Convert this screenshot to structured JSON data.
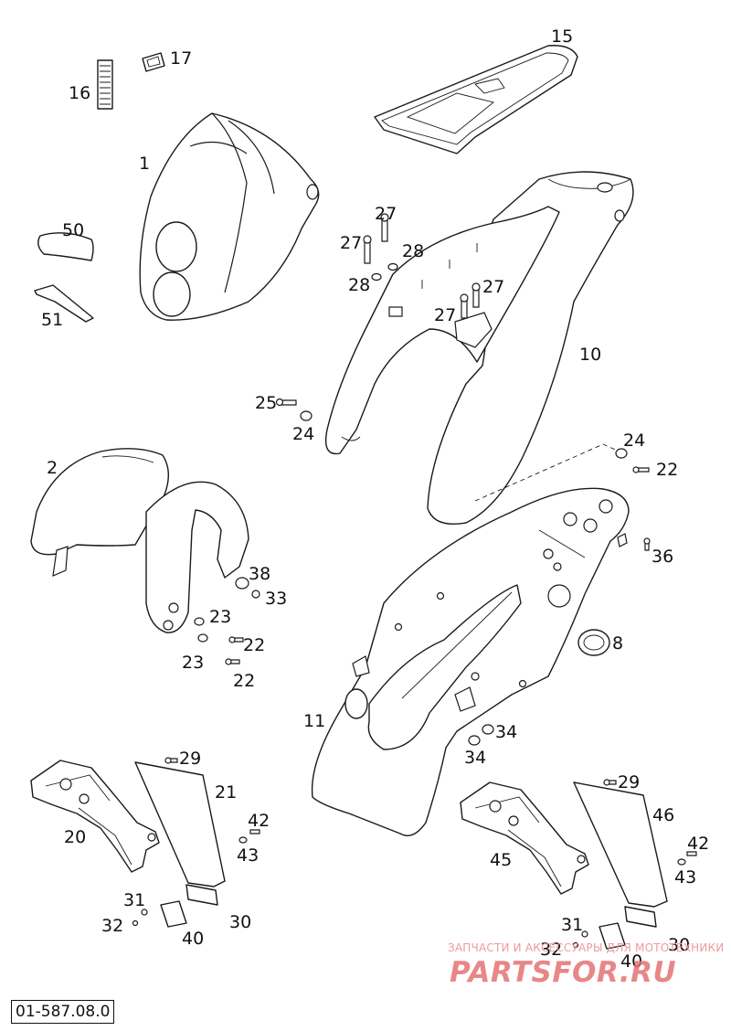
{
  "drawing_code": "01-587.08.0",
  "watermark": {
    "caption": "ЗАПЧАСТИ И АКСЕССУАРЫ ДЛЯ МОТОТЕХНИКИ",
    "logo": "PARTSFOR.RU"
  },
  "callouts": {
    "c1": "1",
    "c2": "2",
    "c8": "8",
    "c10": "10",
    "c11": "11",
    "c15": "15",
    "c16": "16",
    "c17": "17",
    "c20": "20",
    "c21": "21",
    "c22a": "22",
    "c22b": "22",
    "c22c": "22",
    "c23a": "23",
    "c23b": "23",
    "c24a": "24",
    "c24b": "24",
    "c25": "25",
    "c27a": "27",
    "c27b": "27",
    "c27c": "27",
    "c27d": "27",
    "c28a": "28",
    "c28b": "28",
    "c29a": "29",
    "c29b": "29",
    "c30a": "30",
    "c30b": "30",
    "c31a": "31",
    "c31b": "31",
    "c32a": "32",
    "c32b": "32",
    "c33": "33",
    "c34a": "34",
    "c34b": "34",
    "c36": "36",
    "c38": "38",
    "c40a": "40",
    "c40b": "40",
    "c42a": "42",
    "c42b": "42",
    "c43a": "43",
    "c43b": "43",
    "c45": "45",
    "c46": "46",
    "c50": "50",
    "c51": "51"
  }
}
